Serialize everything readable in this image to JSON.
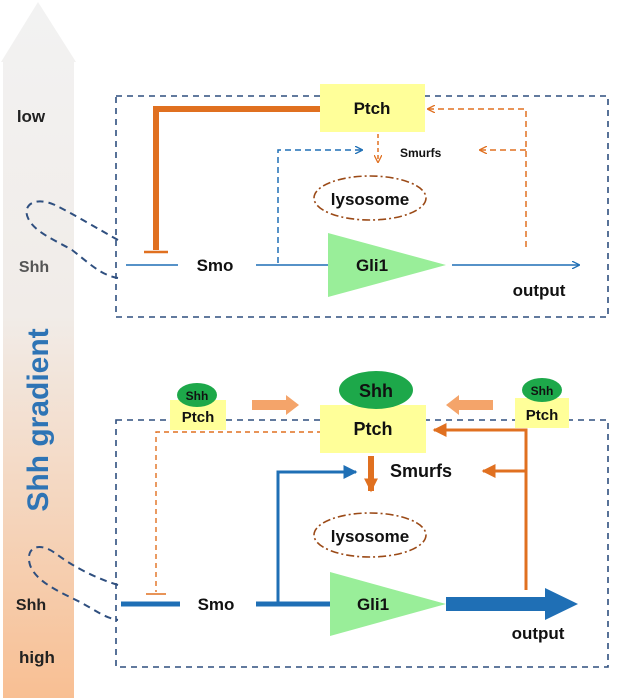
{
  "gradient": {
    "title": "Shh gradient",
    "top_label": "low",
    "bottom_label": "high",
    "colors": {
      "low": "#ececec",
      "high": "#f8c39a"
    }
  },
  "low_panel": {
    "shh_label": "Shh",
    "ptch_label": "Ptch",
    "smurfs_label": "Smurfs",
    "lysosome_label": "lysosome",
    "smo_label": "Smo",
    "gli1_label": "Gli1",
    "output_label": "output"
  },
  "high_panel": {
    "shh_label": "Shh",
    "ptch_label": "Ptch",
    "shh_ptch_left": {
      "shh": "Shh",
      "ptch": "Ptch"
    },
    "shh_ptch_right": {
      "shh": "Shh",
      "ptch": "Ptch"
    },
    "center_shh_label": "Shh",
    "smurfs_label": "Smurfs",
    "lysosome_label": "lysosome",
    "smo_label": "Smo",
    "gli1_label": "Gli1",
    "output_label": "output"
  },
  "colors": {
    "blue": "#1f6fb5",
    "orange": "#e07020",
    "light_orange": "#f4a46a",
    "ptch_fill": "#ffff99",
    "gli1_fill": "#99ee99",
    "shh_fill": "#1da84a",
    "lysosome_border": "#9b4a17",
    "dashed_frame": "#2f4f7f"
  }
}
